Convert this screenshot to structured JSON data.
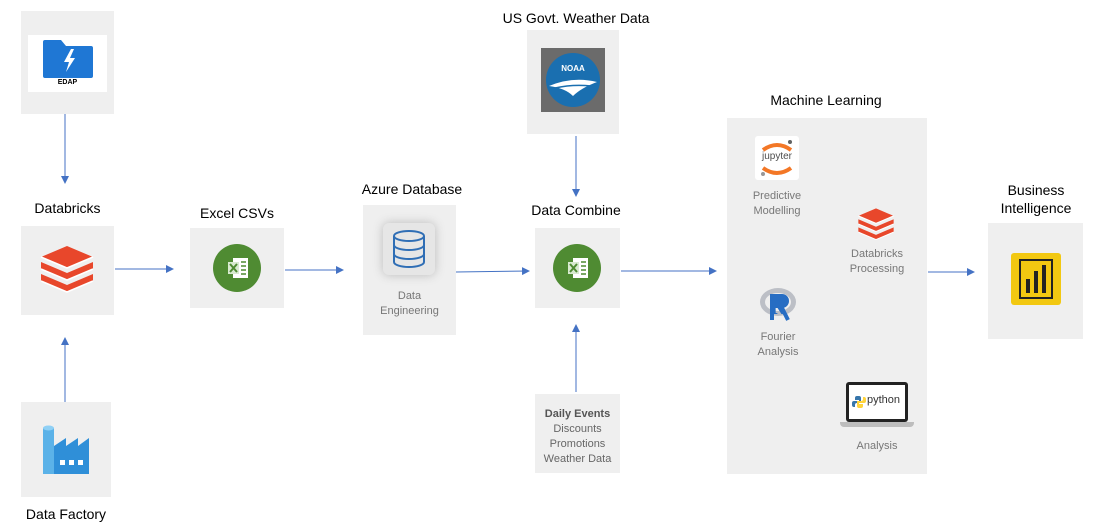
{
  "nodes": {
    "edap": {
      "icon_text": "EDAP"
    },
    "databricks": {
      "label": "Databricks"
    },
    "data_factory": {
      "label": "Data Factory"
    },
    "excel_csvs": {
      "label": "Excel CSVs"
    },
    "azure_database": {
      "label": "Azure Database",
      "sublabel_line1": "Data",
      "sublabel_line2": "Engineering"
    },
    "weather": {
      "label": "US Govt. Weather Data",
      "icon_text": "NOAA"
    },
    "data_combine": {
      "label": "Data Combine"
    },
    "daily_events": {
      "title": "Daily Events",
      "items": [
        "Discounts",
        "Promotions",
        "Weather Data"
      ]
    },
    "machine_learning": {
      "label": "Machine Learning",
      "jupyter": {
        "icon_text": "jupyter",
        "line1": "Predictive",
        "line2": "Modelling"
      },
      "databricks_proc": {
        "line1": "Databricks",
        "line2": "Processing"
      },
      "r": {
        "icon_text": "R",
        "line1": "Fourier",
        "line2": "Analysis"
      },
      "python": {
        "icon_text": "python",
        "line1": "Analysis"
      }
    },
    "business_intelligence": {
      "line1": "Business",
      "line2": "Intelligence"
    }
  },
  "colors": {
    "arrow": "#4472c4",
    "box": "#efefef",
    "databricks": "#e8472b",
    "excel": "#4f8b32",
    "powerbi": "#f2c811",
    "edap_folder": "#1f77d4",
    "noaa_blue": "#1a6fb0"
  }
}
